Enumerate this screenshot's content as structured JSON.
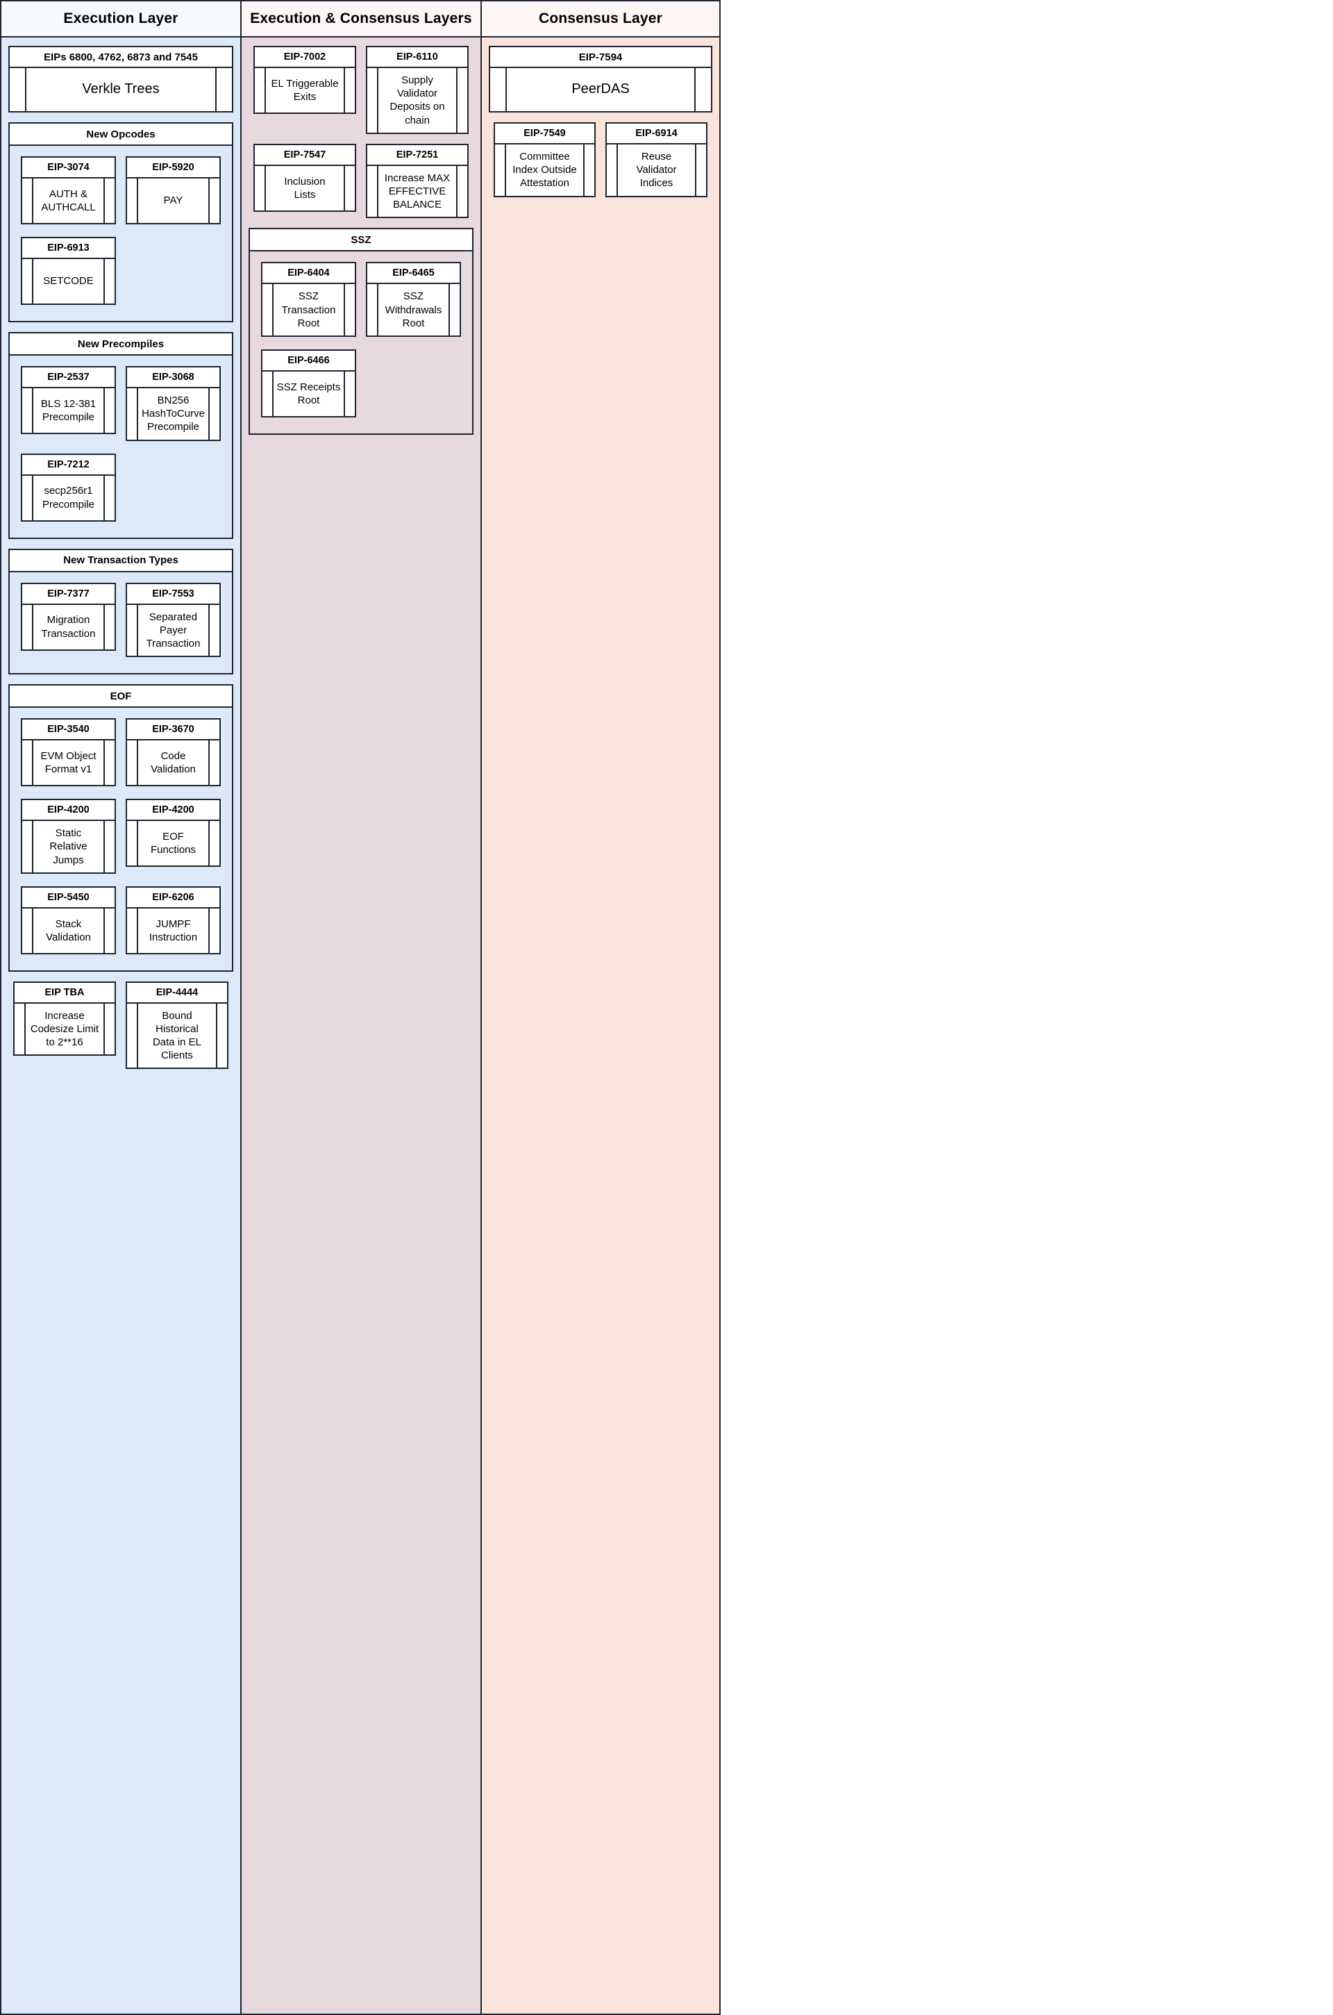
{
  "columns": [
    {
      "id": "execution-layer",
      "title": "Execution Layer",
      "blocks": [
        {
          "kind": "card-banner",
          "head": "EIPs 6800, 4762, 6873 and 7545",
          "label": "Verkle Trees"
        },
        {
          "kind": "group",
          "title": "New Opcodes",
          "cards": [
            {
              "head": "EIP-3074",
              "label": "AUTH &\nAUTHCALL"
            },
            {
              "head": "EIP-5920",
              "label": "PAY"
            },
            {
              "head": "EIP-6913",
              "label": "SETCODE"
            }
          ]
        },
        {
          "kind": "group",
          "title": "New Precompiles",
          "cards": [
            {
              "head": "EIP-2537",
              "label": "BLS 12-381\nPrecompile"
            },
            {
              "head": "EIP-3068",
              "label": "BN256\nHashToCurve\nPrecompile"
            },
            {
              "head": "EIP-7212",
              "label": "secp256r1\nPrecompile"
            }
          ]
        },
        {
          "kind": "group",
          "title": "New Transaction Types",
          "cards": [
            {
              "head": "EIP-7377",
              "label": "Migration\nTransaction"
            },
            {
              "head": "EIP-7553",
              "label": "Separated\nPayer\nTransaction"
            }
          ]
        },
        {
          "kind": "group",
          "title": "EOF",
          "cards": [
            {
              "head": "EIP-3540",
              "label": "EVM Object\nFormat v1"
            },
            {
              "head": "EIP-3670",
              "label": "Code\nValidation"
            },
            {
              "head": "EIP-4200",
              "label": "Static Relative\nJumps"
            },
            {
              "head": "EIP-4200",
              "label": "EOF\nFunctions"
            },
            {
              "head": "EIP-5450",
              "label": "Stack\nValidation"
            },
            {
              "head": "EIP-6206",
              "label": "JUMPF\nInstruction"
            }
          ]
        },
        {
          "kind": "card-pair",
          "cards": [
            {
              "head": "EIP TBA",
              "label": "Increase\nCodesize Limit\nto 2**16"
            },
            {
              "head": "EIP-4444",
              "label": "Bound Historical\nData in EL\nClients"
            }
          ]
        }
      ]
    },
    {
      "id": "execution-and-consensus-layers",
      "title": "Execution & Consensus Layers",
      "blocks": [
        {
          "kind": "card-pair",
          "cards": [
            {
              "head": "EIP-7002",
              "label": "EL Triggerable\nExits"
            },
            {
              "head": "EIP-6110",
              "label": "Supply Validator\nDeposits on\nchain"
            }
          ]
        },
        {
          "kind": "card-pair",
          "cards": [
            {
              "head": "EIP-7547",
              "label": "Inclusion\nLists"
            },
            {
              "head": "EIP-7251",
              "label": "Increase MAX\nEFFECTIVE\nBALANCE"
            }
          ]
        },
        {
          "kind": "group",
          "title": "SSZ",
          "cards": [
            {
              "head": "EIP-6404",
              "label": "SSZ\nTransaction\nRoot"
            },
            {
              "head": "EIP-6465",
              "label": "SSZ\nWithdrawals\nRoot"
            },
            {
              "head": "EIP-6466",
              "label": "SSZ Receipts\nRoot"
            }
          ]
        }
      ]
    },
    {
      "id": "consensus-layer",
      "title": "Consensus Layer",
      "blocks": [
        {
          "kind": "card-banner",
          "head": "EIP-7594",
          "label": "PeerDAS"
        },
        {
          "kind": "card-pair",
          "cards": [
            {
              "head": "EIP-7549",
              "label": "Committee\nIndex Outside\nAttestation"
            },
            {
              "head": "EIP-6914",
              "label": "Reuse Validator\nIndices"
            }
          ]
        }
      ]
    }
  ],
  "colors": {
    "execution_bg": "#dce9f9",
    "both_bg": "#e8d9de",
    "consensus_bg": "#fae3db",
    "border": "#1f2430",
    "card_bg": "#ffffff"
  }
}
